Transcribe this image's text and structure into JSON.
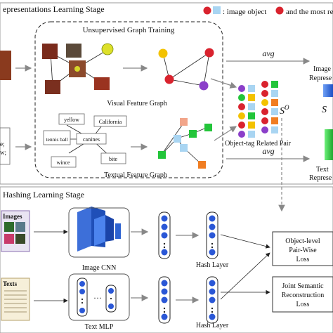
{
  "stage1": {
    "title": "epresentations Learning Stage"
  },
  "legend": {
    "image_object": ": image object",
    "most_related": "and the most re"
  },
  "graph_training": {
    "title": "Unsupervised Graph Training"
  },
  "visual_graph": {
    "label": "Visual Feature Graph"
  },
  "textual_graph": {
    "label": "Textual Feature Graph",
    "words": [
      "yellow",
      "California",
      "tennis ball",
      "canines",
      "wince",
      "bite"
    ]
  },
  "pair": {
    "label": "Object-tag Related Pair"
  },
  "avg_top": "avg",
  "avg_bottom": "avg",
  "s_o": "S",
  "s_o_sup": "O",
  "s_right": "S",
  "image_repr": {
    "line1": "Image",
    "line2": "Represe"
  },
  "text_repr": {
    "line1": "Text",
    "line2": "Represe"
  },
  "left_text": {
    "line1": "e;",
    "line2": "w;"
  },
  "stage2": {
    "title": "Hashing Learning Stage"
  },
  "images_label": "Images",
  "texts_label": "Texts",
  "image_cnn": "Image CNN",
  "text_mlp": "Text  MLP",
  "hash_layer_top": "Hash Layer",
  "hash_layer_bottom": "Hash Layer",
  "loss1": {
    "line1": "Object-level",
    "line2": "Pair-Wise",
    "line3": "Loss"
  },
  "loss2": {
    "line1": "Joint Semantic",
    "line2": "Reconstruction",
    "line3": "Loss"
  },
  "colors": {
    "red": "#d9232e",
    "yellow": "#f3c200",
    "purple": "#8b3fc9",
    "blue": "#2a57d6",
    "orange": "#f07d22",
    "green": "#23c53a",
    "light_blue": "#a9d5f2",
    "salmon": "#f2a58a",
    "dark_red": "#8a1818"
  }
}
